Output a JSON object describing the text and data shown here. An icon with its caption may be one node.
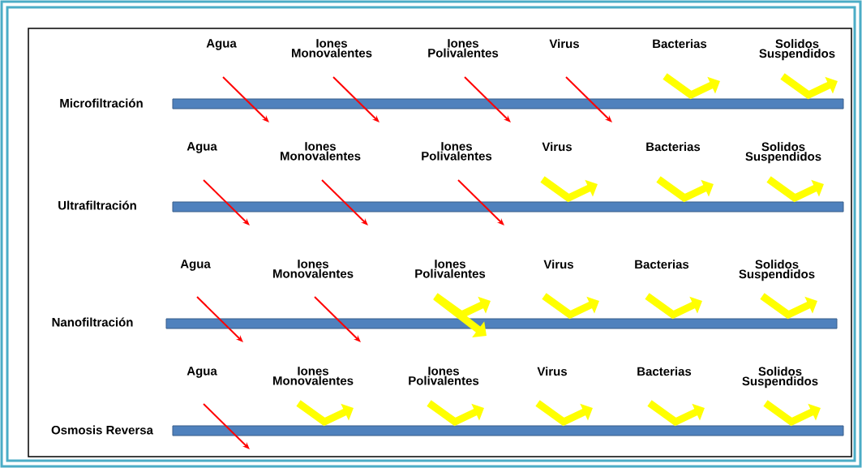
{
  "diagram": {
    "nodes": [
      {
        "text": [
          "Agua"
        ]
      },
      {
        "text": [
          "Iones Monovalentes"
        ]
      },
      {
        "text": [
          "Iones Polivalentes"
        ]
      },
      {
        "text": [
          "Virus"
        ]
      },
      {
        "text": [
          "Bacterias"
        ]
      },
      {
        "text": [
          "Solidos Suspendidos"
        ]
      },
      {
        "text": [],
        "shape": "bar",
        "beside": [
          "Microfiltración"
        ]
      },
      {
        "text": [
          "Agua"
        ]
      },
      {
        "text": [
          "Iones Monovalentes"
        ]
      },
      {
        "text": [
          "Iones Polivalentes"
        ]
      },
      {
        "text": [
          "Virus"
        ]
      },
      {
        "text": [
          "Bacterias"
        ]
      },
      {
        "text": [
          "Solidos Suspendidos"
        ]
      },
      {
        "text": [],
        "shape": "bar",
        "beside": [
          "Ultrafiltración"
        ]
      },
      {
        "text": [
          "Agua"
        ]
      },
      {
        "text": [
          "Iones Monovalentes"
        ]
      },
      {
        "text": [
          "Iones Polivalentes"
        ]
      },
      {
        "text": [
          "Virus"
        ]
      },
      {
        "text": [
          "Bacterias"
        ]
      },
      {
        "text": [
          "Solidos Suspendidos"
        ]
      },
      {
        "text": [],
        "shape": "bar",
        "beside": [
          "Nanofiltración"
        ]
      },
      {
        "text": [
          "Agua"
        ]
      },
      {
        "text": [
          "Iones Monovalentes"
        ]
      },
      {
        "text": [
          "Iones Polivalentes"
        ]
      },
      {
        "text": [
          "Virus"
        ]
      },
      {
        "text": [
          "Bacterias"
        ]
      },
      {
        "text": [
          "Solidos Suspendidos"
        ]
      },
      {
        "text": [],
        "shape": "bar",
        "beside": [
          "Osmosis Reversa"
        ]
      }
    ]
  }
}
